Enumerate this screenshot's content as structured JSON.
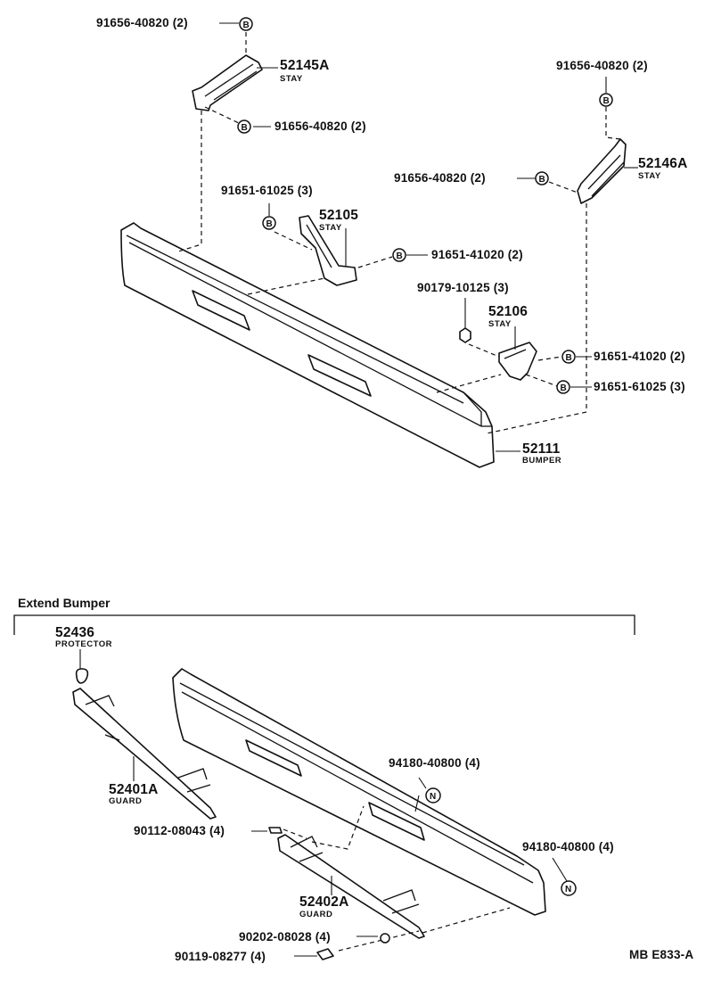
{
  "top": {
    "bolt_symbol": "B",
    "labels": {
      "b1": "91656-40820 (2)",
      "stay_left_no": "52145A",
      "stay_left_name": "STAY",
      "b2": "91656-40820 (2)",
      "b3": "91656-40820 (2)",
      "stay_right_no": "52146A",
      "stay_right_name": "STAY",
      "b4": "91656-40820 (2)",
      "b5": "91651-61025 (3)",
      "stay_center_no": "52105",
      "stay_center_name": "STAY",
      "b6": "91651-41020 (2)",
      "nut1": "90179-10125 (3)",
      "stay_small_no": "52106",
      "stay_small_name": "STAY",
      "b7": "91651-41020 (2)",
      "b8": "91651-61025 (3)",
      "bumper_no": "52111",
      "bumper_name": "BUMPER"
    }
  },
  "extend": {
    "title": "Extend Bumper",
    "nut_symbol": "N",
    "labels": {
      "protector_no": "52436",
      "protector_name": "PROTECTOR",
      "guard_left_no": "52401A",
      "guard_left_name": "GUARD",
      "n1": "94180-40800 (4)",
      "bolt1": "90112-08043 (4)",
      "n2": "94180-40800 (4)",
      "guard_right_no": "52402A",
      "guard_right_name": "GUARD",
      "washer": "90202-08028 (4)",
      "screw": "90119-08277 (4)"
    }
  },
  "ref_code": "MB E833-A"
}
